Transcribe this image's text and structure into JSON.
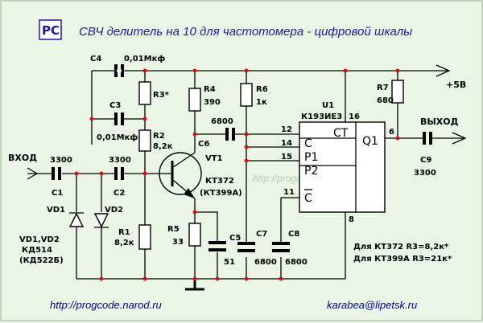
{
  "title": "СВЧ делитель на 10 для частотомера - цифровой шкалы",
  "logo": {
    "text": "PC"
  },
  "footer": {
    "left_url": "http://progcode.narod.ru",
    "right_email": "karabea@lipetsk.ru"
  },
  "watermark": "http://progcode.narod.ru",
  "components": {
    "c4": {
      "ref": "C4",
      "value": "0,01Мкф"
    },
    "c3": {
      "ref": "C3",
      "value": "0,01Мкф"
    },
    "r3": {
      "ref": "R3*"
    },
    "r2": {
      "ref": "R2",
      "value": "8,2к"
    },
    "r1": {
      "ref": "R1",
      "value": "8,2к"
    },
    "r4": {
      "ref": "R4",
      "value": "390"
    },
    "r5": {
      "ref": "R5",
      "value": "33"
    },
    "r6": {
      "ref": "R6",
      "value": "1к"
    },
    "r7": {
      "ref": "R7",
      "value": "680"
    },
    "c6": {
      "ref": "C6",
      "value": "6800"
    },
    "c5": {
      "ref": "C5",
      "value": "51"
    },
    "c7": {
      "ref": "C7",
      "value": "6800"
    },
    "c8": {
      "ref": "C8",
      "value": "6800"
    },
    "c1": {
      "ref": "C1",
      "value": "3300"
    },
    "c2": {
      "ref": "C2",
      "value": "3300"
    },
    "c9": {
      "ref": "C9",
      "value": "3300"
    },
    "vt1": {
      "ref": "VT1",
      "part": "КТ372",
      "alt": "(КТ399А)"
    },
    "vd": {
      "ref1": "VD1",
      "ref2": "VD2",
      "label": "VD1,VD2",
      "part": "КД514",
      "alt": "(КД522Б)"
    },
    "u1": {
      "ref": "U1",
      "part": "К193ИЕ3",
      "ct": "СТ",
      "q": "Q1",
      "c": "C",
      "p1": "P1",
      "p2": "P2",
      "cbar": "C"
    },
    "pins": {
      "p16": "16",
      "p12": "12",
      "p14": "14",
      "p15": "15",
      "p11": "11",
      "p6": "6",
      "p8": "8"
    }
  },
  "labels": {
    "input": "ВХОД",
    "output": "ВЫХОД",
    "supply": "+5В",
    "note1": "Для  КТ372  R3=8,2к*",
    "note2": "Для  КТ399А  R3=21к*"
  }
}
